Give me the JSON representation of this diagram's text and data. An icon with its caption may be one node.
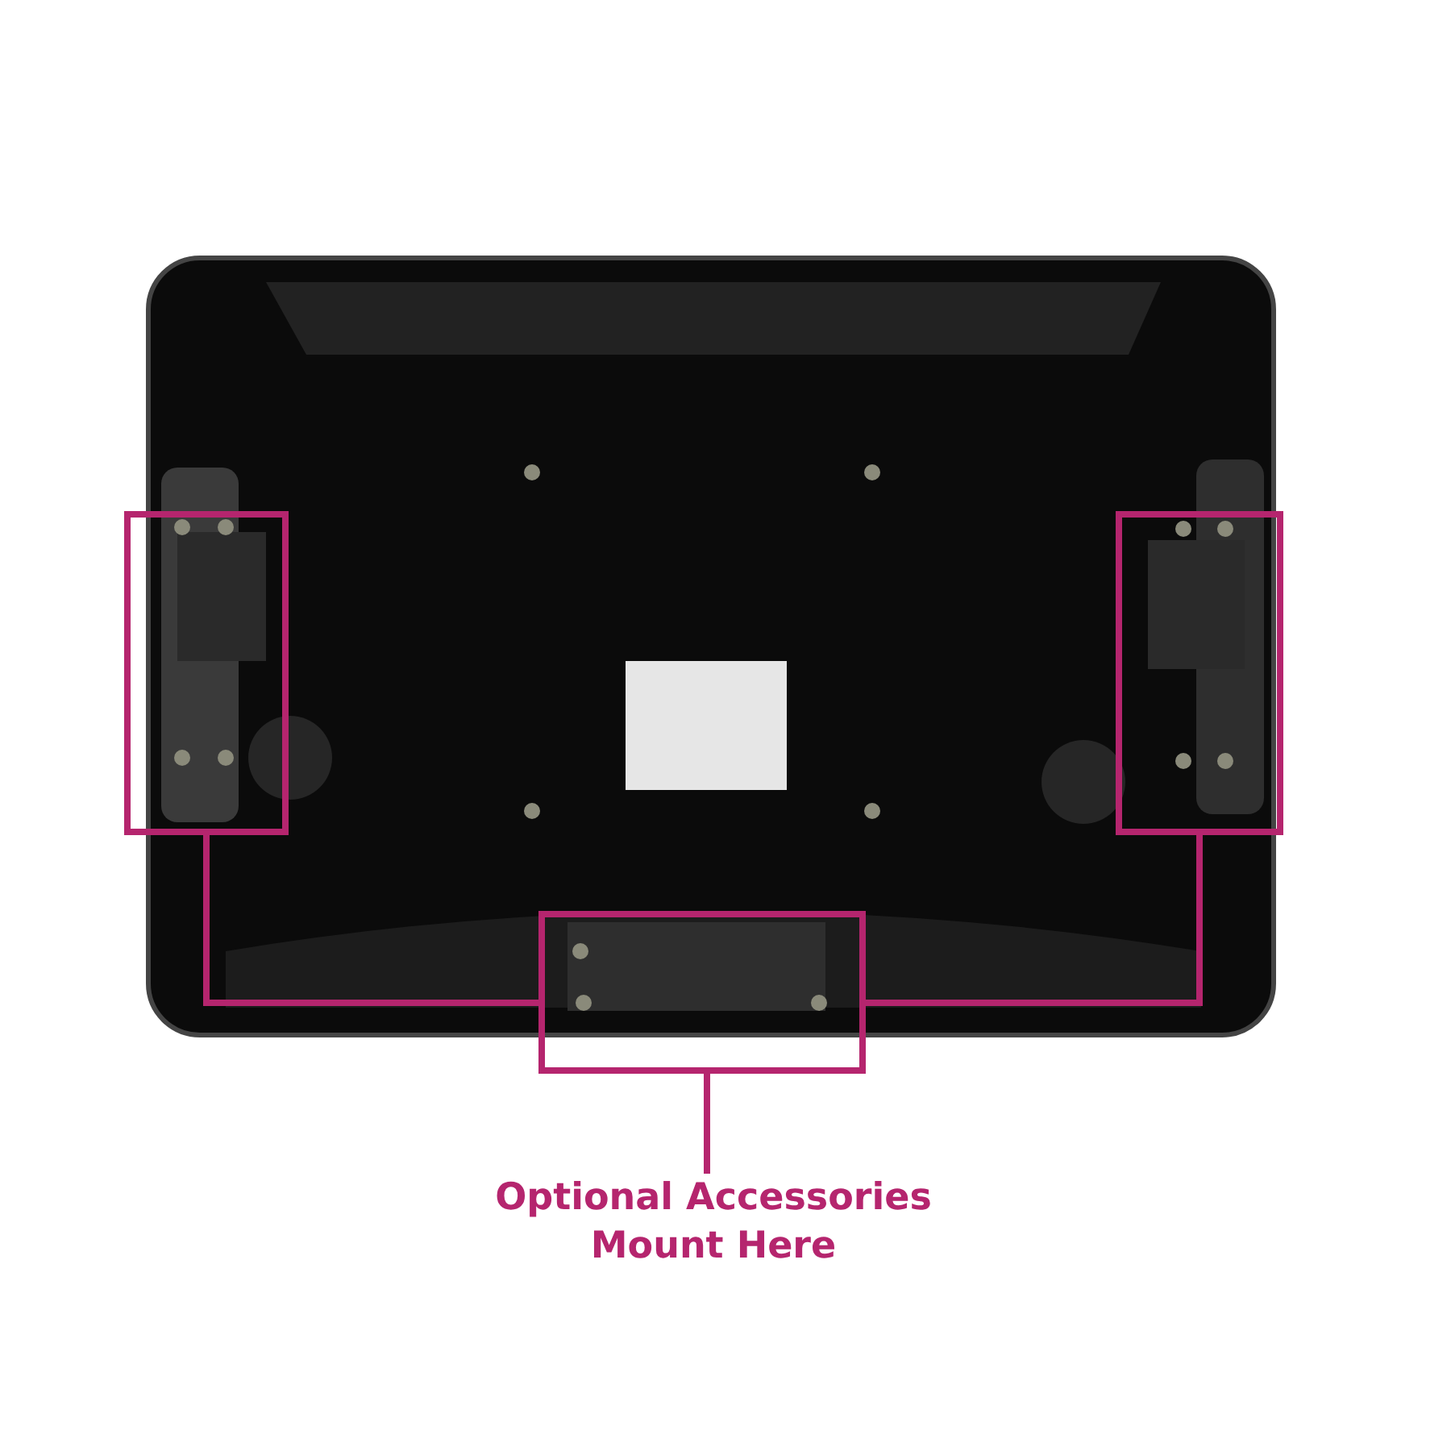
{
  "diagram": {
    "nodes": [
      {
        "text": [
          "Optional Accessories Mount Here"
        ]
      },
      {
        "text": [],
        "shape": "box"
      },
      {
        "text": [],
        "shape": "box"
      },
      {
        "text": [],
        "shape": "box"
      }
    ],
    "edges": [
      {
        "from": 0,
        "to": 2,
        "arrow": "none"
      },
      {
        "from": 1,
        "to": 2,
        "arrow": "none"
      },
      {
        "from": 3,
        "to": 2,
        "arrow": "none"
      }
    ]
  }
}
